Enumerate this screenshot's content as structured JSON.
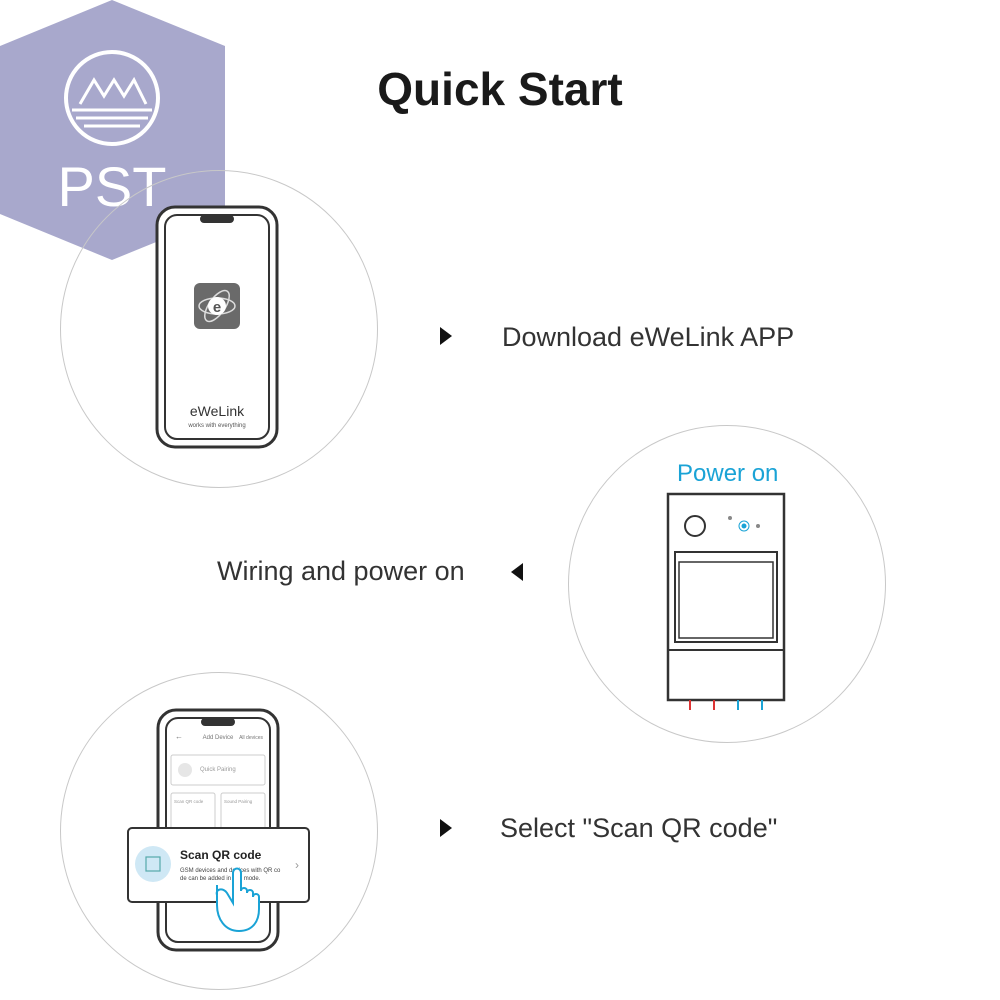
{
  "title": "Quick Start",
  "logo": {
    "text": "PST",
    "color": "#a8a8cc"
  },
  "steps": [
    {
      "label": "Download eWeLink APP"
    },
    {
      "label": "Wiring and power on"
    },
    {
      "label": "Select \"Scan QR code\""
    }
  ],
  "phone1": {
    "app_name": "eWeLink",
    "tagline": "works with everything",
    "icon_letter": "e"
  },
  "device": {
    "power_label": "Power on",
    "accent": "#1aa3d6"
  },
  "phone2": {
    "header": "Add Device",
    "header_right": "All devices",
    "quick_pairing": "Quick Pairing",
    "scan_qr_small": "Scan QR code",
    "sound_pairing": "Sound Pairing",
    "popup_title": "Scan QR code",
    "popup_desc_line1": "GSM devices and devices with QR co",
    "popup_desc_line2": "de can be added in this mode."
  }
}
